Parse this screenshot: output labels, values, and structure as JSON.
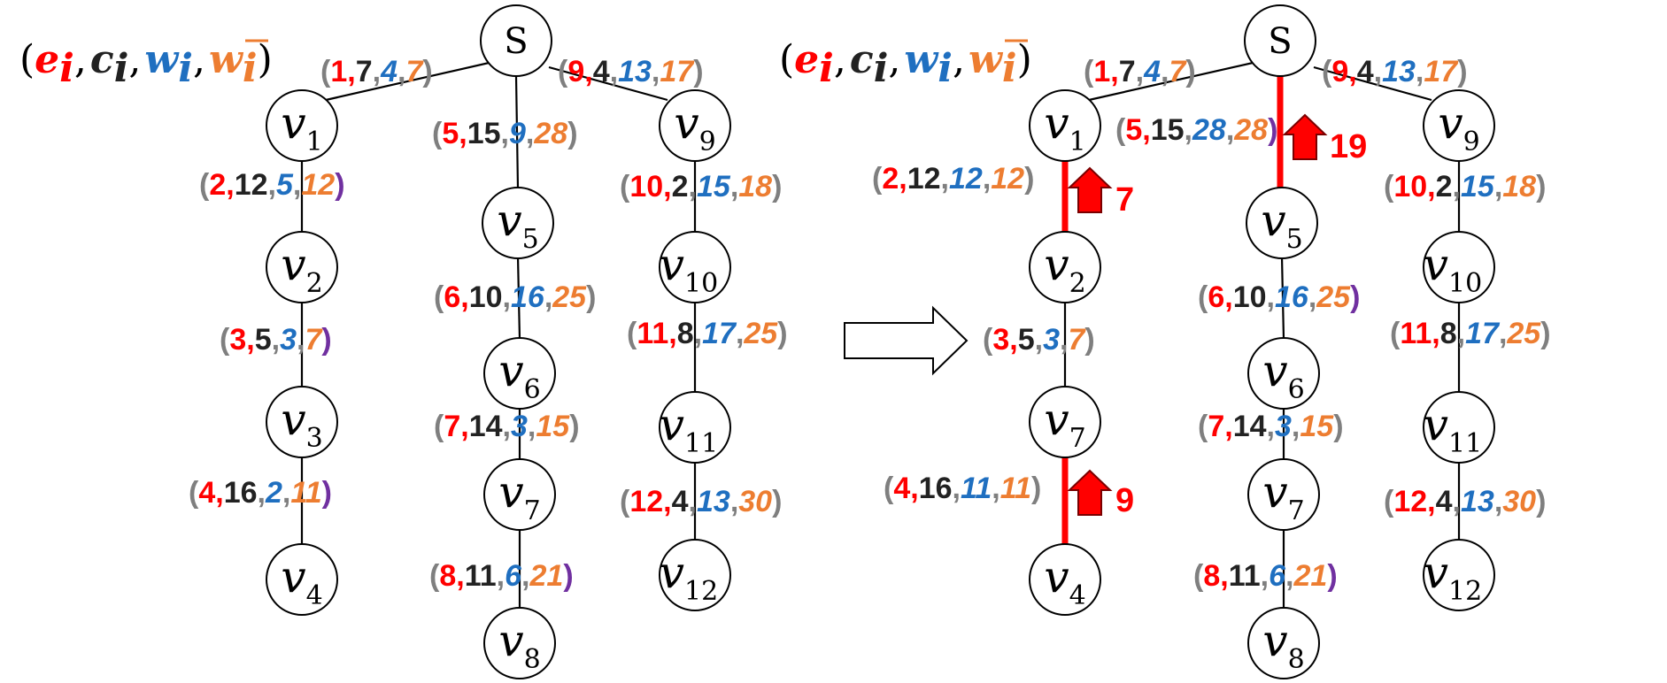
{
  "colors": {
    "e": "#ff0000",
    "c": "#222222",
    "w": "#1f6fc0",
    "wbar": "#ed7d31",
    "paren": "#7f7f7f",
    "paren_alt": "#7030a0",
    "highlight": "#ff0000"
  },
  "legend": {
    "open": "(",
    "e": "e",
    "e_sub": "i",
    "c": "c",
    "c_sub": "i",
    "w": "w",
    "w_sub": "i",
    "wbar": "w",
    "wbar_sub": "i",
    "sep": ",",
    "close": ")"
  },
  "root_label": "S",
  "left_tree": {
    "nodes": [
      {
        "id": "S",
        "label": "S",
        "sub": ""
      },
      {
        "id": "v1",
        "label": "v",
        "sub": "1"
      },
      {
        "id": "v2",
        "label": "v",
        "sub": "2"
      },
      {
        "id": "v3",
        "label": "v",
        "sub": "3"
      },
      {
        "id": "v4",
        "label": "v",
        "sub": "4"
      },
      {
        "id": "v5",
        "label": "v",
        "sub": "5"
      },
      {
        "id": "v6",
        "label": "v",
        "sub": "6"
      },
      {
        "id": "v7",
        "label": "v",
        "sub": "7"
      },
      {
        "id": "v8",
        "label": "v",
        "sub": "8"
      },
      {
        "id": "v9",
        "label": "v",
        "sub": "9"
      },
      {
        "id": "v10",
        "label": "v",
        "sub": "10"
      },
      {
        "id": "v11",
        "label": "v",
        "sub": "11"
      },
      {
        "id": "v12",
        "label": "v",
        "sub": "12"
      }
    ],
    "edges": [
      {
        "e": "1",
        "c": "7",
        "w": "4",
        "wbar": "7"
      },
      {
        "e": "2",
        "c": "12",
        "w": "5",
        "wbar": "12"
      },
      {
        "e": "3",
        "c": "5",
        "w": "3",
        "wbar": "7"
      },
      {
        "e": "4",
        "c": "16",
        "w": "2",
        "wbar": "11"
      },
      {
        "e": "5",
        "c": "15",
        "w": "9",
        "wbar": "28"
      },
      {
        "e": "6",
        "c": "10",
        "w": "16",
        "wbar": "25"
      },
      {
        "e": "7",
        "c": "14",
        "w": "3",
        "wbar": "15"
      },
      {
        "e": "8",
        "c": "11",
        "w": "6",
        "wbar": "21"
      },
      {
        "e": "9",
        "c": "4",
        "w": "13",
        "wbar": "17"
      },
      {
        "e": "10",
        "c": "2",
        "w": "15",
        "wbar": "18"
      },
      {
        "e": "11",
        "c": "8",
        "w": "17",
        "wbar": "25"
      },
      {
        "e": "12",
        "c": "4",
        "w": "13",
        "wbar": "30"
      }
    ]
  },
  "right_tree": {
    "nodes": [
      {
        "id": "S",
        "label": "S",
        "sub": ""
      },
      {
        "id": "v1",
        "label": "v",
        "sub": "1"
      },
      {
        "id": "v2",
        "label": "v",
        "sub": "2"
      },
      {
        "id": "v7",
        "label": "v",
        "sub": "7"
      },
      {
        "id": "v4",
        "label": "v",
        "sub": "4"
      },
      {
        "id": "v5",
        "label": "v",
        "sub": "5"
      },
      {
        "id": "v6",
        "label": "v",
        "sub": "6"
      },
      {
        "id": "v7b",
        "label": "v",
        "sub": "7"
      },
      {
        "id": "v8",
        "label": "v",
        "sub": "8"
      },
      {
        "id": "v9",
        "label": "v",
        "sub": "9"
      },
      {
        "id": "v10",
        "label": "v",
        "sub": "10"
      },
      {
        "id": "v11",
        "label": "v",
        "sub": "11"
      },
      {
        "id": "v12",
        "label": "v",
        "sub": "12"
      }
    ],
    "edges": [
      {
        "e": "1",
        "c": "7",
        "w": "4",
        "wbar": "7"
      },
      {
        "e": "2",
        "c": "12",
        "w": "12",
        "wbar": "12"
      },
      {
        "e": "3",
        "c": "5",
        "w": "3",
        "wbar": "7"
      },
      {
        "e": "4",
        "c": "16",
        "w": "11",
        "wbar": "11"
      },
      {
        "e": "5",
        "c": "15",
        "w": "28",
        "wbar": "28"
      },
      {
        "e": "6",
        "c": "10",
        "w": "16",
        "wbar": "25"
      },
      {
        "e": "7",
        "c": "14",
        "w": "3",
        "wbar": "15"
      },
      {
        "e": "8",
        "c": "11",
        "w": "6",
        "wbar": "21"
      },
      {
        "e": "9",
        "c": "4",
        "w": "13",
        "wbar": "17"
      },
      {
        "e": "10",
        "c": "2",
        "w": "15",
        "wbar": "18"
      },
      {
        "e": "11",
        "c": "8",
        "w": "17",
        "wbar": "25"
      },
      {
        "e": "12",
        "c": "4",
        "w": "13",
        "wbar": "30"
      }
    ],
    "increments": [
      "7",
      "9",
      "19"
    ]
  }
}
